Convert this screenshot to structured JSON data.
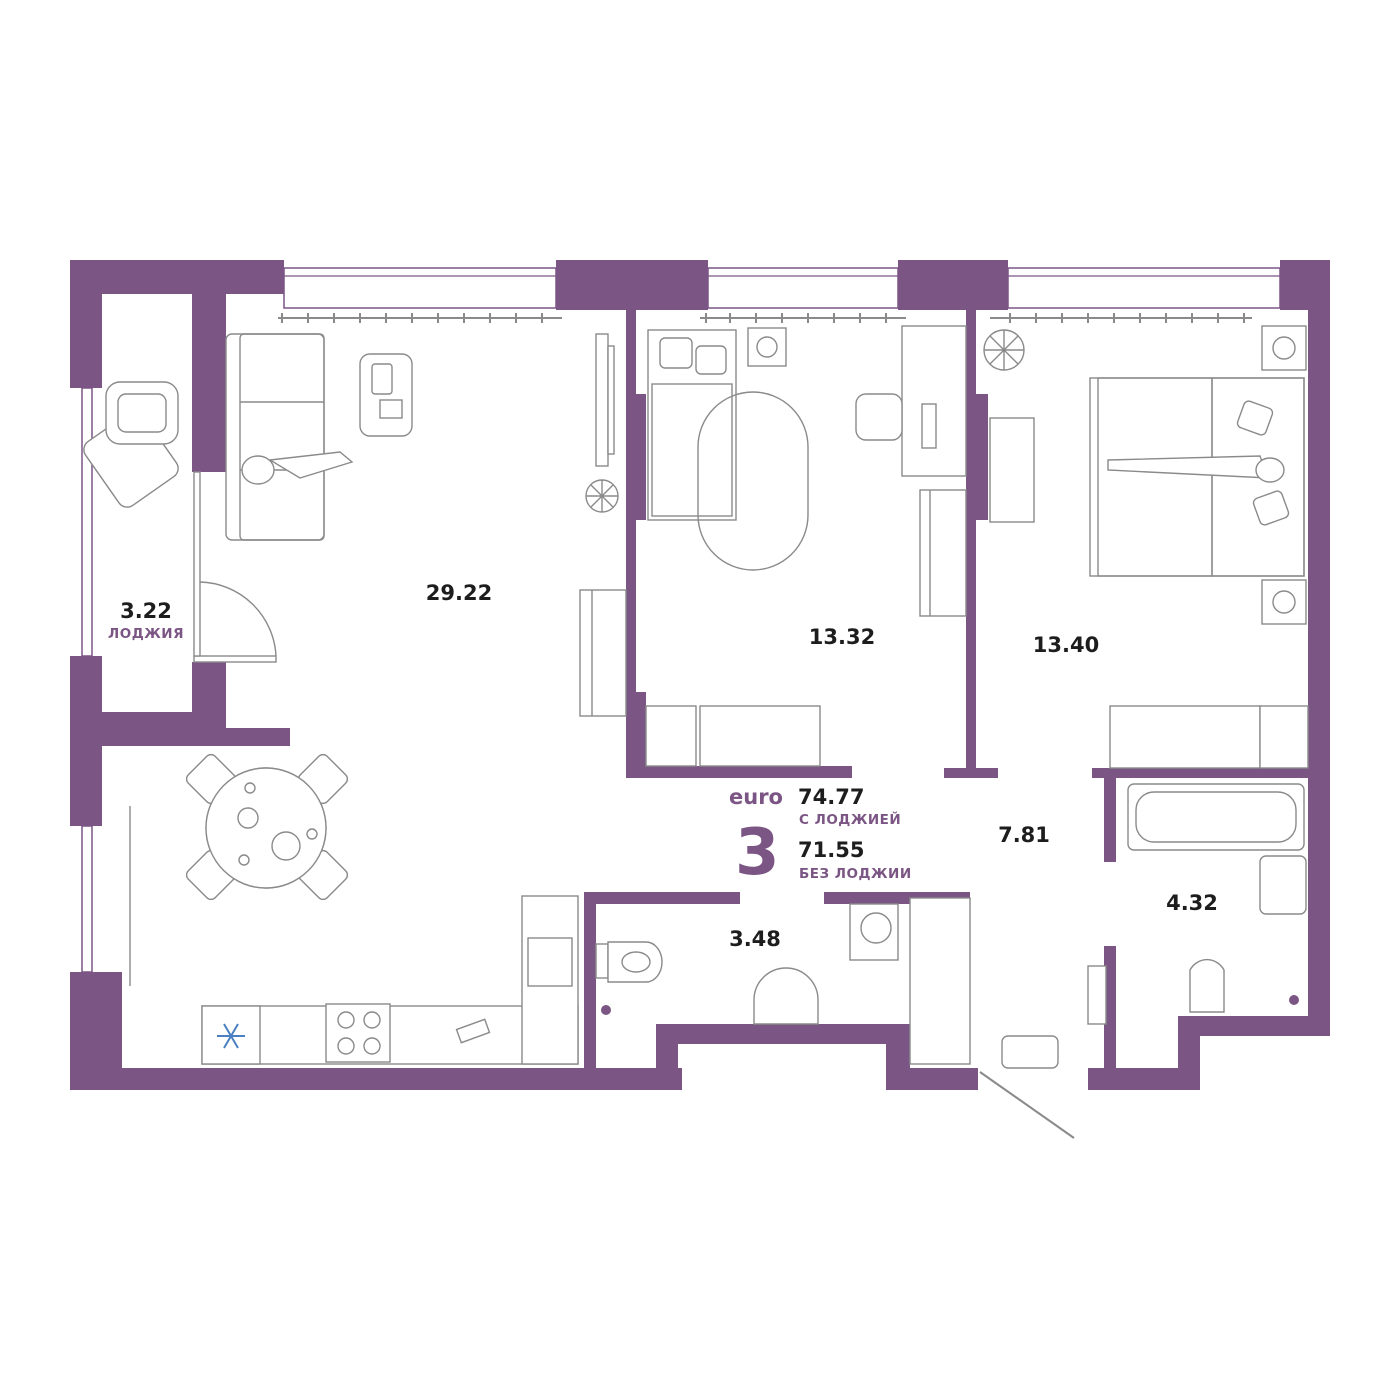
{
  "colors": {
    "wall": "#7b5583",
    "accent": "#7b5583",
    "text": "#1d1d1d",
    "furniture": "#8a8a8a",
    "freezer_icon": "#4a7fc1"
  },
  "summary": {
    "type_label": "euro",
    "rooms_count": "3",
    "area_with_loggia": "74.77",
    "with_loggia_label": "С ЛОДЖИЕЙ",
    "area_without_loggia": "71.55",
    "without_loggia_label": "БЕЗ ЛОДЖИИ"
  },
  "rooms": {
    "loggia": {
      "area": "3.22",
      "label": "ЛОДЖИЯ"
    },
    "living_kitchen": {
      "area": "29.22"
    },
    "bedroom_middle": {
      "area": "13.32"
    },
    "bedroom_right": {
      "area": "13.40"
    },
    "hallway": {
      "area": "7.81"
    },
    "bathroom_left": {
      "area": "3.48"
    },
    "bathroom_right": {
      "area": "4.32"
    }
  },
  "icons": {
    "freezer": "snowflake-icon",
    "plant": "plant-icon",
    "washer": "washing-machine-icon"
  }
}
